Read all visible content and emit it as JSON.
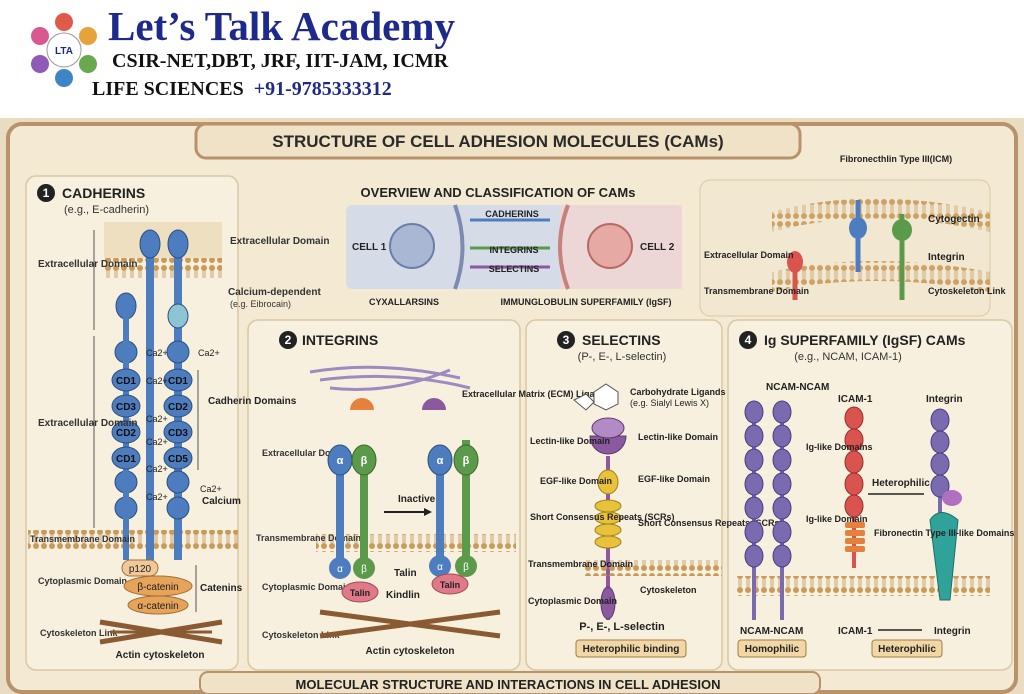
{
  "header": {
    "brand": "Let’s Talk Academy",
    "exams": "CSIR-NET,DBT, JRF, IIT-JAM, ICMR",
    "subject": "LIFE SCIENCES",
    "phone": "+91-9785333312",
    "logo_text": "LTA"
  },
  "title": "STRUCTURE OF CELL ADHESION MOLECULES (CAMs)",
  "footer": "MOLECULAR STRUCTURE AND INTERACTIONS IN CELL ADHESION",
  "cadherins": {
    "number": "1",
    "title": "CADHERINS",
    "subtitle": "(e.g., E-cadherin)",
    "extracellular_domain": "Extracellular Domain",
    "calcium_dependent": "Calcium-dependent",
    "calcium_example": "(e.g. Eibrocain)",
    "ca2": "Ca2+",
    "calcium": "Calcium",
    "cadherin_domains": "Cadherin Domains",
    "left_domains": [
      "CD1",
      "CD3",
      "CD2",
      "CD1"
    ],
    "right_domains": [
      "CD1",
      "CD2",
      "CD3",
      "CD5"
    ],
    "transmembrane_domain": "Transmembrane Domain",
    "cytoplasmic_domain": "Cytoplasmic Domain",
    "cytoskeleton_link": "Cytoskeleton Link",
    "p120": "p120",
    "beta_catenin": "β-catenin",
    "alpha_catenin": "α-catenin",
    "catenins": "Catenins",
    "actin": "Actin cytoskeleton"
  },
  "overview": {
    "title": "OVERVIEW AND CLASSIFICATION OF CAMs",
    "cell1": "CELL 1",
    "cell2": "CELL 2",
    "cadherins": "CADHERINS",
    "integrins": "INTEGRINS",
    "selectins": "SELECTINS",
    "cyxallarsins": "CYXALLARSINS",
    "igsf": "IMMUNGLOBULIN SUPERFAMILY (IgSF)"
  },
  "fibronectin_panel": {
    "fibronectin": "Fibronecthlin Type III(ICM)",
    "cytogectin": "Cytogectin",
    "integrin": "Integrin",
    "extracellular_domain": "Extracellular Domain",
    "transmembrane_domain": "Transmembrane Domain",
    "cytoskeleton_link": "Cytoskeleton Link"
  },
  "integrins": {
    "number": "2",
    "title": "INTEGRINS",
    "ecm": "Extracellular Matrix (ECM) Ligands",
    "extracellular_domain": "Extracellular Domain",
    "transmembrane_domain": "Transmembrane Domain",
    "cytoplasmic_domain": "Cytoplasmic Domain",
    "cytoskeleton_link": "Cytoskeleton Link",
    "alpha": "α",
    "beta": "β",
    "inactive": "Inactive",
    "talin": "Talin",
    "kindlin": "Kindlin",
    "actin": "Actin cytoskeleton"
  },
  "selectins": {
    "number": "3",
    "title": "SELECTINS",
    "subtitle": "(P-, E-, L-selectin)",
    "carb": "Carbohydrate Ligands",
    "carb_example": "(e.g. Sialyl Lewis X)",
    "lectin_left": "Lectin-like Domain",
    "lectin_right": "Lectin-like Domain",
    "egf_left": "EGF-like Domain",
    "egf_right": "EGF-like Domain",
    "scr_left": "Short Consensus Repeats (SCRs)",
    "scr_right": "Short Consensus Repeats (SCRs)",
    "transmembrane_domain": "Transmembrane Domain",
    "cytoplasmic_domain": "Cytoplasmic Domain",
    "cytoskeleton": "Cytoskeleton",
    "bottom": "P-, E-, L-selectin",
    "binding": "Heterophilic binding"
  },
  "igsf": {
    "number": "4",
    "title": "Ig SUPERFAMILY (IgSF) CAMs",
    "subtitle": "(e.g., NCAM, ICAM-1)",
    "ncam_top": "NCAM-NCAM",
    "icam_top": "ICAM-1",
    "integrin_top": "Integrin",
    "ig_domains": "Ig-like Domains",
    "ig_domain": "Ig-like Domain",
    "heterophilic_arrow": "Heterophilic",
    "fibronectin": "Fibronectin Type III-like Domains",
    "ncam_bottom": "NCAM-NCAM",
    "icam_bottom": "ICAM-1",
    "integrin_bottom": "Integrin",
    "homophilic": "Homophilic",
    "heterophilic": "Heterophilic"
  },
  "colors": {
    "brand_blue": "#1d2a8c",
    "background": "#f4ead4",
    "frame": "#b8926a",
    "cadherin_blue": "#4d7dbf",
    "membrane": "#d7b98a",
    "talin_pink": "#e07a8a",
    "integrin_green": "#5a9a4a",
    "selectin_purple": "#8b5a9e",
    "egf_yellow": "#e8c23a",
    "icam_red": "#d9534f",
    "catenin_orange": "#e6a35a"
  }
}
